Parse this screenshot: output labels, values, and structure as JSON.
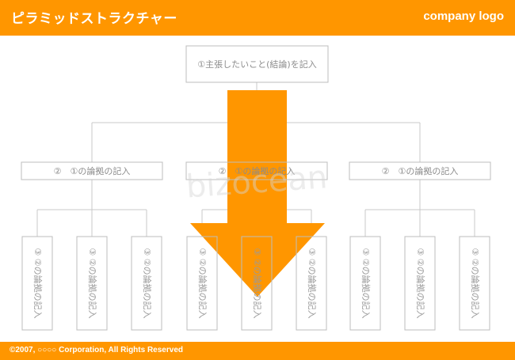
{
  "header": {
    "title": "ピラミッドストラクチャー",
    "logo": "company logo"
  },
  "footer": {
    "copyright": "©2007, ○○○○ Corporation, All Rights Reserved"
  },
  "diagram": {
    "top": {
      "label": "①主張したいこと(結論)を記入"
    },
    "mid": [
      {
        "label": "②　①の論拠の記入"
      },
      {
        "label": "②　①の論拠の記入"
      },
      {
        "label": "②　①の論拠の記入"
      }
    ],
    "leaf_label": "③ ②の論拠の記入",
    "leaf_count": 9
  },
  "colors": {
    "accent": "#ff9600",
    "box_border": "#bdbdbd",
    "line": "#c8c8c8",
    "text": "#8c8c8c"
  }
}
